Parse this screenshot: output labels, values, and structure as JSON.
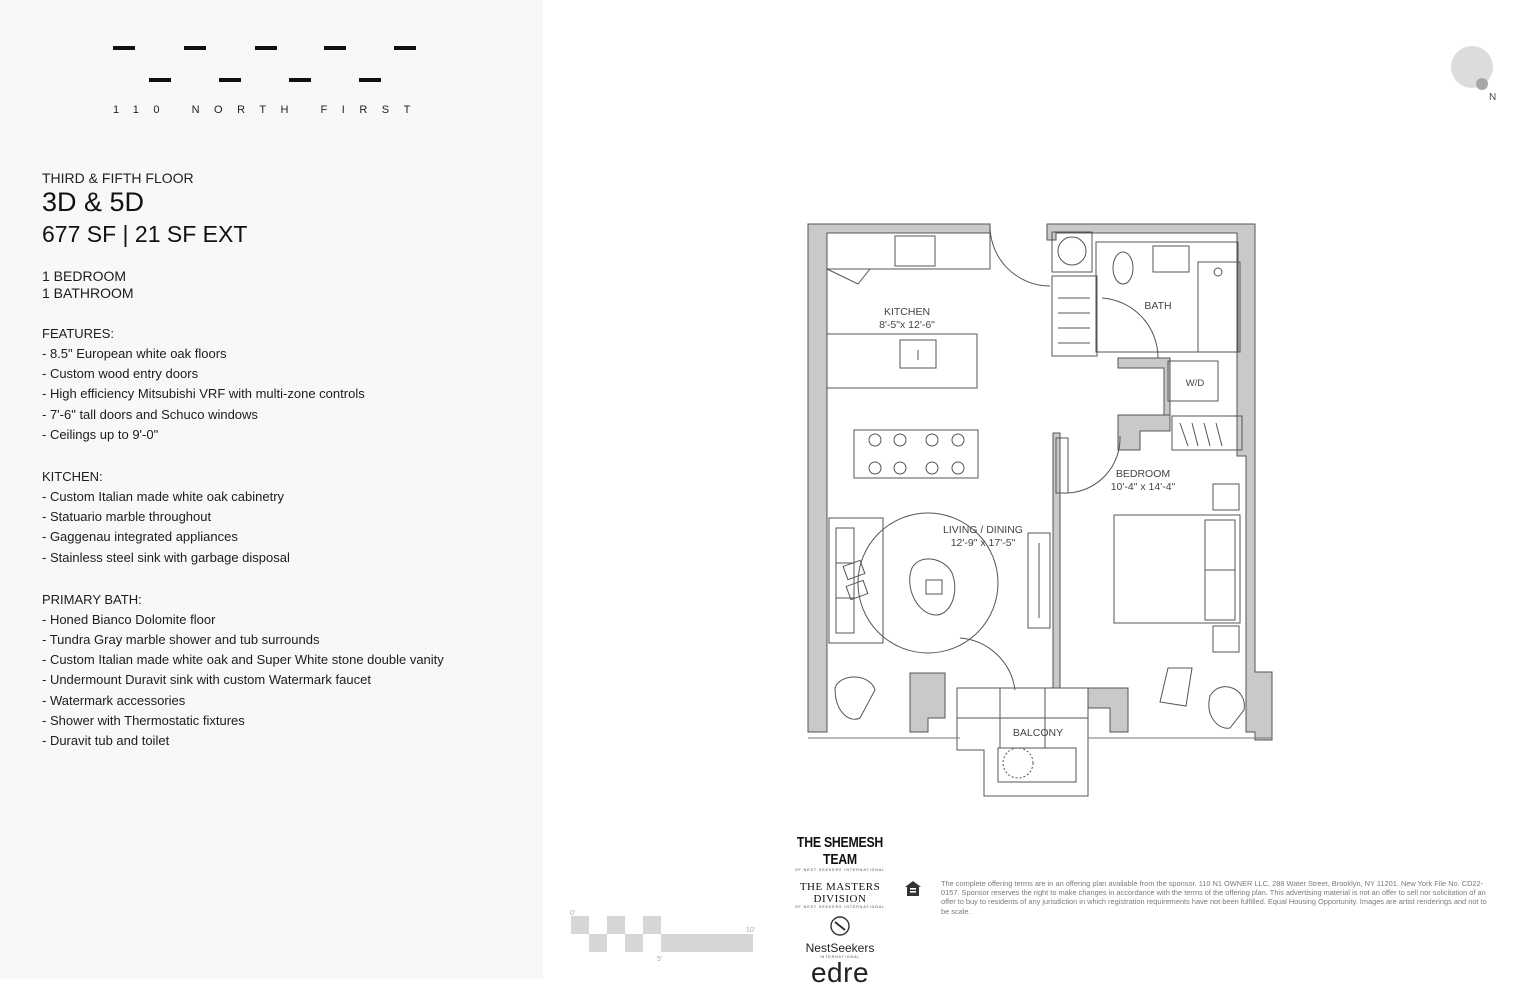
{
  "building": {
    "name": "110 NORTH FIRST"
  },
  "unit": {
    "floor_label": "THIRD & FIFTH FLOOR",
    "name": "3D & 5D",
    "area": "677 SF | 21 SF EXT",
    "bedrooms": "1 BEDROOM",
    "bathrooms": "1 BATHROOM"
  },
  "features": {
    "title": "FEATURES:",
    "items": [
      "- 8.5\" European white oak floors",
      "- Custom wood entry doors",
      "- High efficiency Mitsubishi VRF with multi-zone controls",
      "- 7'-6\" tall doors and Schuco windows",
      "- Ceilings up to 9'-0\""
    ]
  },
  "kitchen": {
    "title": "KITCHEN:",
    "items": [
      "- Custom Italian made white oak cabinetry",
      "- Statuario marble throughout",
      "- Gaggenau integrated appliances",
      "- Stainless steel sink with garbage disposal"
    ]
  },
  "primary_bath": {
    "title": "PRIMARY BATH:",
    "items": [
      "- Honed Bianco Dolomite floor",
      "- Tundra Gray marble shower and tub surrounds",
      "- Custom Italian made white oak and Super White stone double vanity",
      "- Undermount Duravit sink with custom Watermark faucet",
      "- Watermark accessories",
      "- Shower with Thermostatic fixtures",
      "- Duravit tub and toilet"
    ]
  },
  "compass": {
    "label": "N"
  },
  "floor_plan": {
    "rooms": {
      "kitchen": {
        "name": "KITCHEN",
        "dims": "8'-5\"x 12'-6\""
      },
      "bath": {
        "name": "BATH"
      },
      "wd": {
        "name": "W/D"
      },
      "bedroom": {
        "name": "BEDROOM",
        "dims": "10'-4\" x 14'-4\""
      },
      "living": {
        "name": "LIVING / DINING",
        "dims": "12'-9\" x 17'-5\""
      },
      "balcony": {
        "name": "BALCONY"
      }
    }
  },
  "brokers": {
    "shemesh": "THE SHEMESH TEAM",
    "shemesh_sub": "OF NEST SEEKERS INTERNATIONAL",
    "masters": "THE MASTERS DIVISION",
    "masters_sub": "OF NEST SEEKERS INTERNATIONAL",
    "nestseekers": "NestSeekers",
    "nestseekers_sub": "INTERNATIONAL",
    "edre": "edre"
  },
  "disclaimer": "The complete offering terms are in an offering plan available from the sponsor. 110 N1 OWNER LLC, 288 Water Street, Brooklyn, NY 11201. New York File No. CD22-0157. Sponsor reserves the right to make changes in accordance with the terms of the offering plan. This advertising material is not an offer to sell nor solicitation of an offer to buy to residents of any jurisdiction in which registration requirements have not been fulfilled. Equal Housing Opportunity. Images are artist renderings and not to be scale.",
  "scale_bar": {
    "start": "0'",
    "mid": "5'",
    "end": "10'"
  },
  "colors": {
    "wall": "#c9c9c9",
    "line": "#555555",
    "panel": "#f7f8fa",
    "text": "#1c1c1c"
  }
}
